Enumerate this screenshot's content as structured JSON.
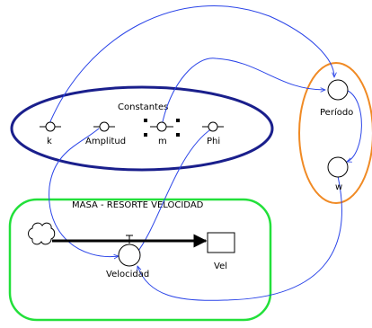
{
  "groups": {
    "constantes": {
      "title": "Constantes",
      "border_color": "#1a1f8c"
    },
    "masa_resorte": {
      "title": "MASA - RESORTE VELOCIDAD",
      "border_color": "#22e03a"
    },
    "outputs": {
      "border_color": "#f08a24"
    }
  },
  "constants": {
    "k": "k",
    "amplitud": "Amplitud",
    "m": "m",
    "phi": "Phi"
  },
  "nodes": {
    "periodo": "Período",
    "w": "w",
    "velocidad": "Velocidad",
    "vel": "Vel"
  },
  "link_color": "#2a44e8"
}
